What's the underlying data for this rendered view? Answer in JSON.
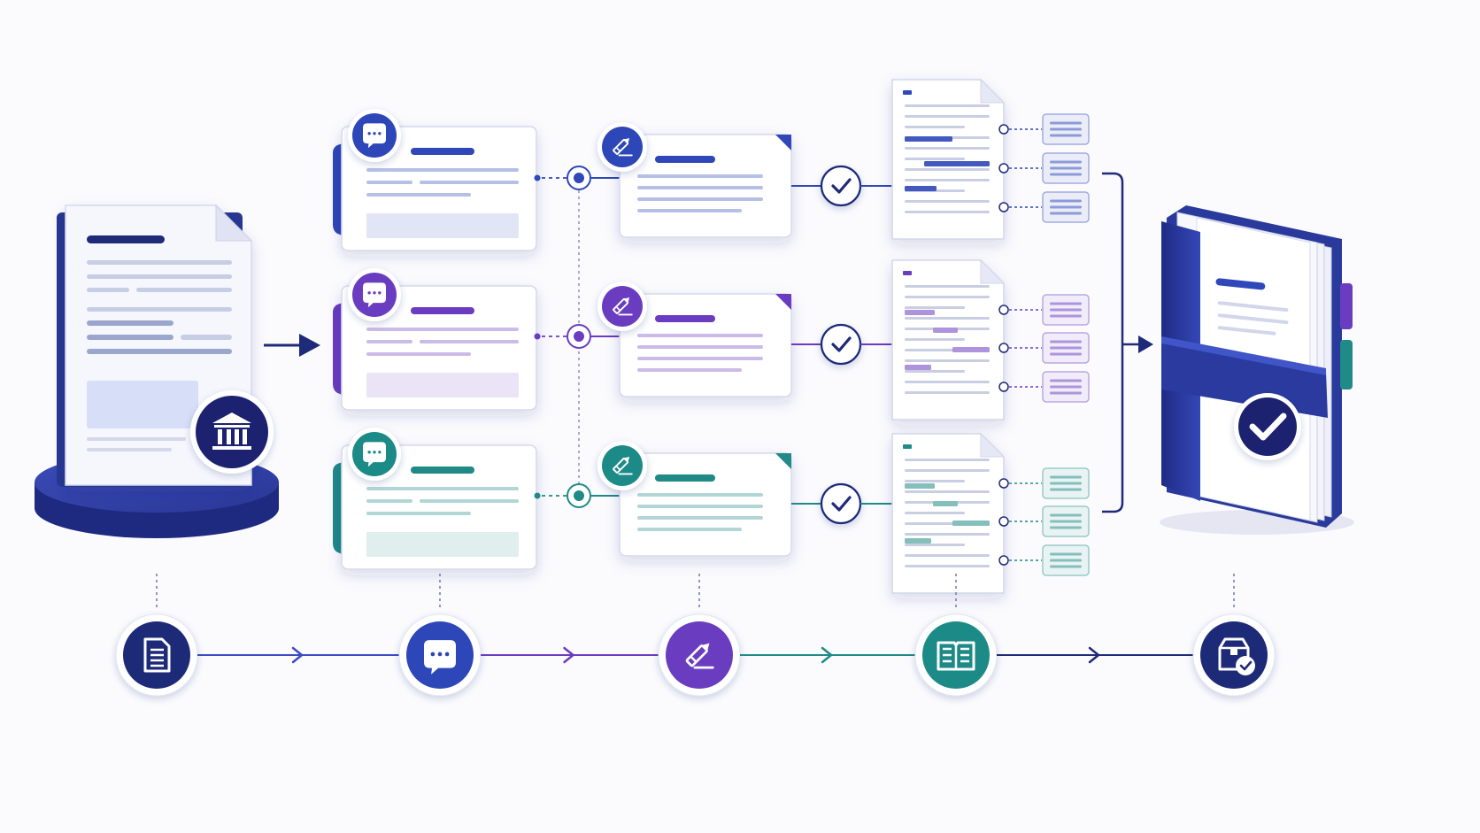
{
  "colors": {
    "navy": "#1f2a78",
    "blue": "#2f47b8",
    "purple": "#6a3cc0",
    "teal": "#1f8a86",
    "line_gray": "#c9cee0",
    "bg": "#fbfbfe"
  },
  "source": {
    "icon": "bank-icon",
    "pedestal_color": "#2b3a9e"
  },
  "lanes": [
    {
      "id": "blue",
      "color": "#2f47b8",
      "comment_icon": "speech-bubble-icon",
      "edit_icon": "pencil-icon",
      "check_icon": "checkmark-icon"
    },
    {
      "id": "purple",
      "color": "#6a3cc0",
      "comment_icon": "speech-bubble-icon",
      "edit_icon": "pencil-icon",
      "check_icon": "checkmark-icon"
    },
    {
      "id": "teal",
      "color": "#1f8a86",
      "comment_icon": "speech-bubble-icon",
      "edit_icon": "pencil-icon",
      "check_icon": "checkmark-icon"
    }
  ],
  "output": {
    "icon": "binder-check-icon"
  },
  "timeline": [
    {
      "icon": "document-icon",
      "color": "#1f2a78"
    },
    {
      "icon": "speech-bubble-icon",
      "color": "#2f47b8"
    },
    {
      "icon": "pencil-icon",
      "color": "#6a3cc0"
    },
    {
      "icon": "open-book-icon",
      "color": "#1f8a86"
    },
    {
      "icon": "package-check-icon",
      "color": "#1f2a78"
    }
  ]
}
